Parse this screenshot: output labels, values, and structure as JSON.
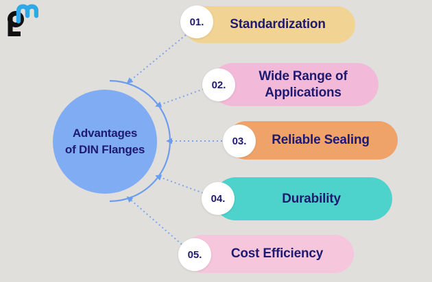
{
  "colors": {
    "background": "#E0DFDC",
    "navy_text": "#1E1A70",
    "circle_blue": "#7FACF2",
    "connector_blue": "#6B9CEE",
    "dotted_blue": "#7BA3E8",
    "badge_white": "#FFFFFF",
    "logo_black": "#111111",
    "logo_blue": "#2FA9E6"
  },
  "logo": {
    "letters": "pm"
  },
  "center": {
    "title_lines": [
      "Advantages",
      "of DIN Flanges"
    ]
  },
  "items": [
    {
      "number": "01.",
      "lines": [
        "Standardization"
      ],
      "color": "#F1D494"
    },
    {
      "number": "02.",
      "lines": [
        "Wide Range of",
        "Applications"
      ],
      "color": "#F2B9D9"
    },
    {
      "number": "03.",
      "lines": [
        "Reliable Sealing"
      ],
      "color": "#EFA369"
    },
    {
      "number": "04.",
      "lines": [
        "Durability"
      ],
      "color": "#4ED2CC"
    },
    {
      "number": "05.",
      "lines": [
        "Cost Efficiency"
      ],
      "color": "#F5C6DC"
    }
  ]
}
